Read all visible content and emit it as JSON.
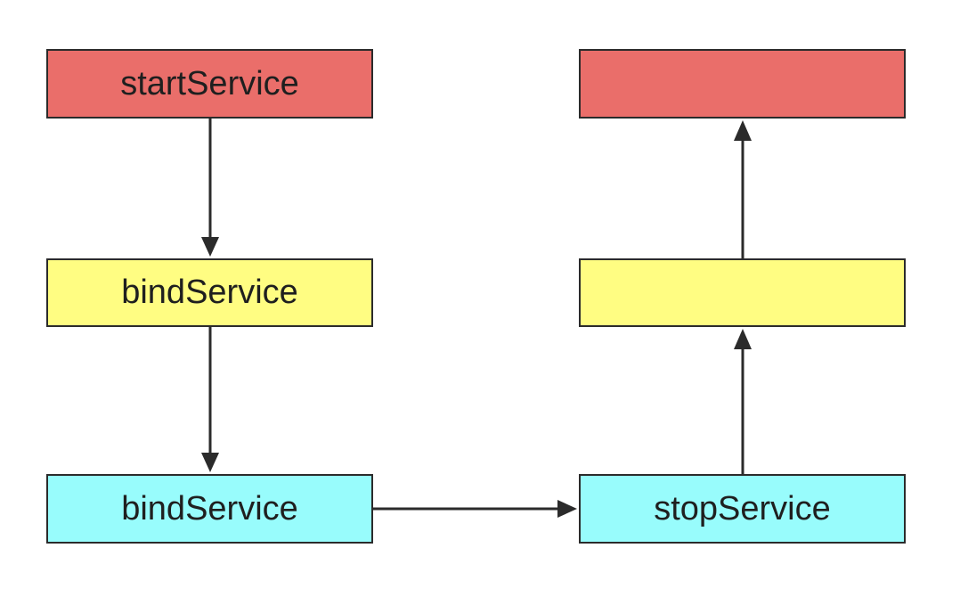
{
  "nodes": {
    "start_service": {
      "label": "startService",
      "color": "#ea6e6a"
    },
    "bind_service_1": {
      "label": "bindService",
      "color": "#fffd82"
    },
    "bind_service_2": {
      "label": "bindService",
      "color": "#98fcfc"
    },
    "stop_service": {
      "label": "stopService",
      "color": "#98fcfc"
    },
    "right_top": {
      "label": "",
      "color": "#ea6e6a"
    },
    "right_middle": {
      "label": "",
      "color": "#fffd82"
    }
  },
  "edges": [
    {
      "from": "start_service",
      "to": "bind_service_1"
    },
    {
      "from": "bind_service_1",
      "to": "bind_service_2"
    },
    {
      "from": "bind_service_2",
      "to": "stop_service"
    },
    {
      "from": "stop_service",
      "to": "right_middle"
    },
    {
      "from": "right_middle",
      "to": "right_top"
    }
  ],
  "colors": {
    "stroke": "#2b2b2b",
    "red": "#ea6e6a",
    "yellow": "#fffd82",
    "cyan": "#98fcfc"
  }
}
